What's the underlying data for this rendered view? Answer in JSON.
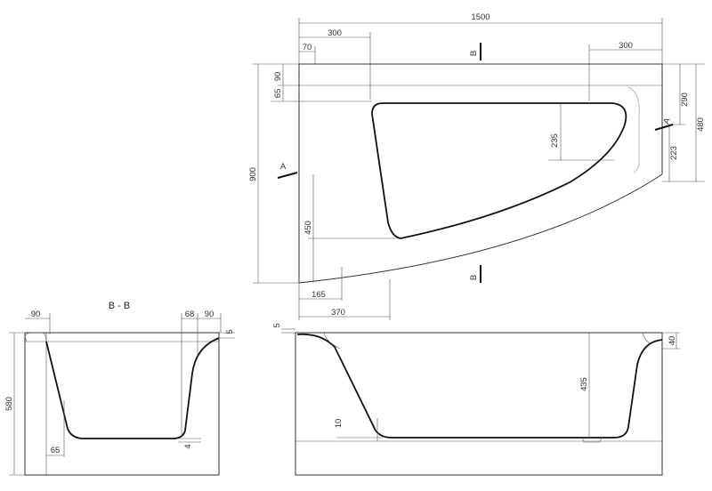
{
  "section_label": "B - B",
  "markers": {
    "a": "A",
    "b": "B"
  },
  "plan": {
    "dims": {
      "total_width": "1500",
      "left_70": "70",
      "left_300": "300",
      "right_300": "300",
      "top_90": "90",
      "top_65": "65",
      "height_900": "900",
      "inner_235": "235",
      "lower_450": "450",
      "right_290": "290",
      "right_480": "480",
      "right_223": "223",
      "bottom_165": "165",
      "bottom_370": "370"
    }
  },
  "section_bb": {
    "dims": {
      "top_90": "90",
      "top_68": "68",
      "top_90_right": "90",
      "rim_5": "5",
      "height_580": "580",
      "bottom_65": "65",
      "bottom_4": "4"
    }
  },
  "section_aa": {
    "dims": {
      "rim_5": "5",
      "right_40": "40",
      "depth_435": "435",
      "floor_10": "10"
    }
  }
}
